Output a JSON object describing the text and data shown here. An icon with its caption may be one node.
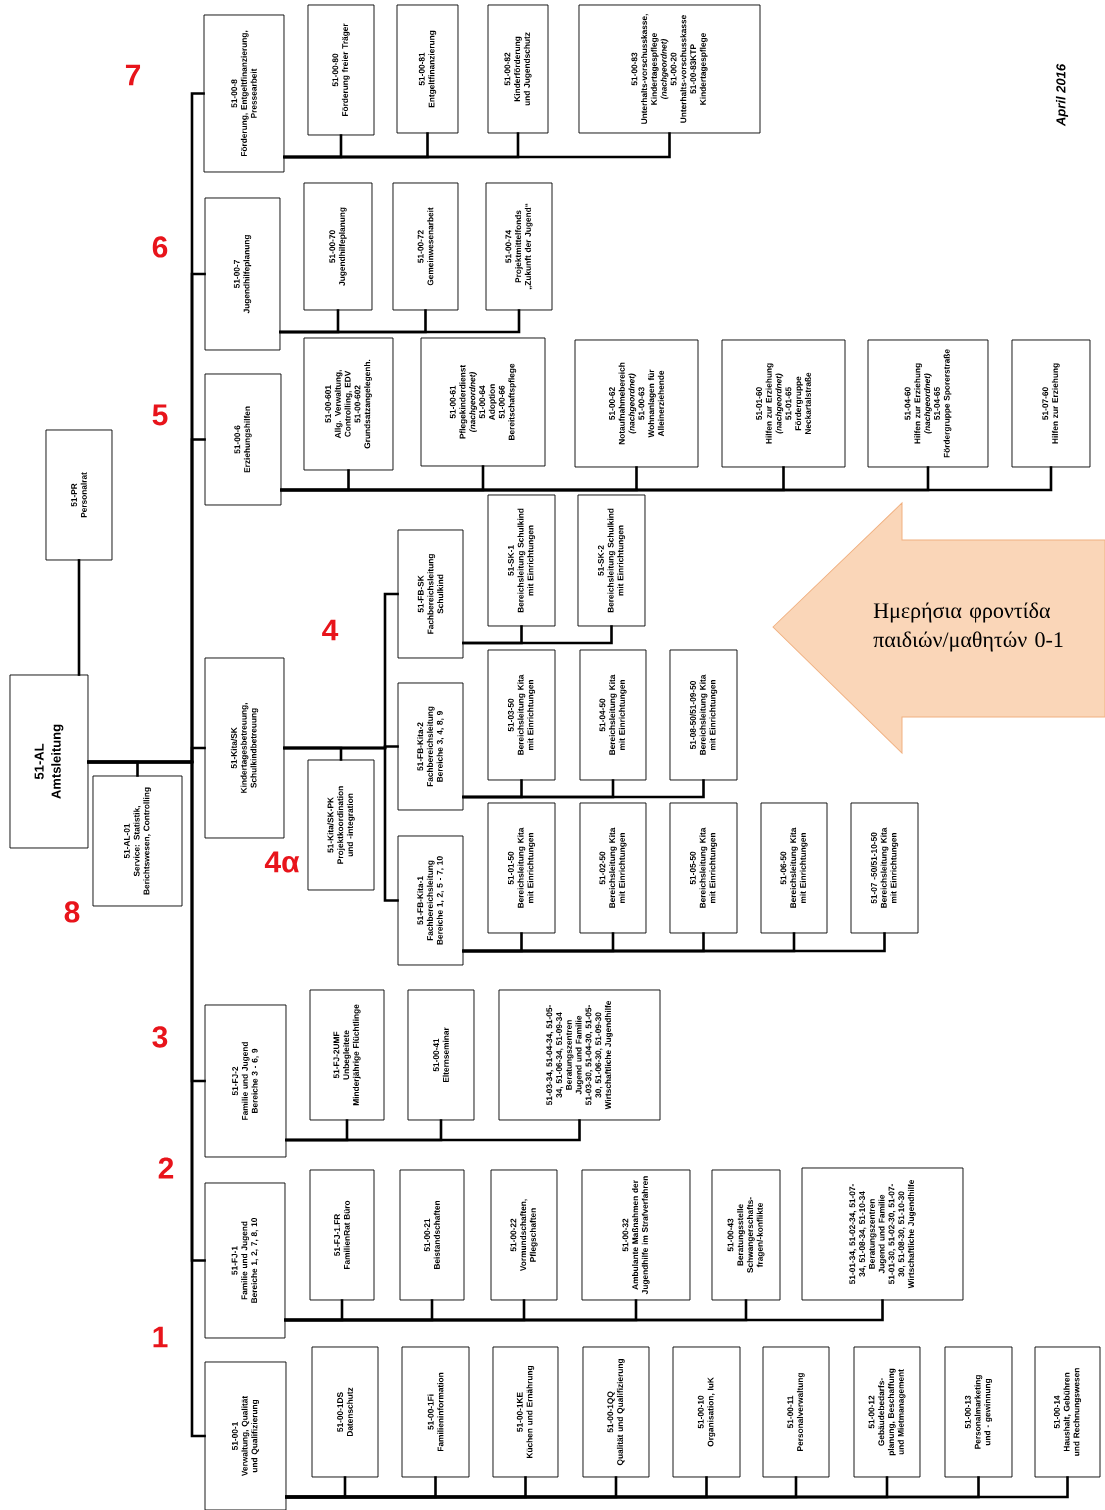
{
  "diagram": {
    "nodes": [
      {
        "text": [
          "51-AL",
          "Amtsleitung"
        ]
      },
      {
        "text": [
          "51-PR",
          "Personalrat"
        ]
      },
      {
        "text": [
          "51-AL-01",
          "Service: Statistik, Berichtswesen, Controlling"
        ]
      },
      {
        "text": [
          "51-00-8",
          "Förderung, Entgeltfinanzierung, Pressearbeit"
        ]
      },
      {
        "text": [
          "51-00-80",
          "Förderung freier Träger"
        ]
      },
      {
        "text": [
          "51-00-81",
          "Entgeltfinanzierung"
        ]
      },
      {
        "text": [
          "51-00-82",
          "Kinderförderung und Jugendschutz"
        ]
      },
      {
        "text": [
          "51-00-83",
          "Unterhalts-vorschusskasse, Kindertagespflege",
          "*(nachgeordnet)*",
          "51-00-20",
          "Unterhalts-vorschusskasse",
          "51-00-83KTP",
          "Kindertagespflege"
        ]
      },
      {
        "text": [
          "51-00-7",
          "Jugendhilfeplanung"
        ]
      },
      {
        "text": [
          "51-00-70",
          "Jugendhilfeplanung"
        ]
      },
      {
        "text": [
          "51-00-72",
          "Gemeinwesenarbeit"
        ]
      },
      {
        "text": [
          "51-00-74",
          "Projektmittelfonds „Zukunft der Jugend“"
        ]
      },
      {
        "text": [
          "51-00-6",
          "Erziehungshilfen"
        ]
      },
      {
        "text": [
          "51-00-601",
          "Allg. Verwaltung, Controlling, EDV",
          "51-00-602",
          "Grundsatzangelegenh."
        ]
      },
      {
        "text": [
          "51-00-61",
          "Pflegekinderdienst",
          "*(nachgeordnet)*",
          "51-00-64",
          "Adoption",
          "51-00-66",
          "Bereitschaftspflege"
        ]
      },
      {
        "text": [
          "51-00-62",
          "Notaufnahmebereich",
          "*(nachgeordnet)*",
          "51-00-63",
          "Wohnanlagen für Alleinerziehende"
        ]
      },
      {
        "text": [
          "51-01-60",
          "Hilfen zur Erziehung",
          "*(nachgeordnet)*",
          "51-01-65",
          "Fördergruppe Neckartalstraße"
        ]
      },
      {
        "text": [
          "51-04-60",
          "Hilfen zur Erziehung",
          "*(nachgeordnet)*",
          "51-04-65",
          "Fördergruppe Sporerstraße"
        ]
      },
      {
        "text": [
          "51-07-60",
          "Hilfen zur Erziehung"
        ]
      },
      {
        "text": [
          "51-Kita/SK",
          "Kindertagesbetreuung, Schulkindbetreuung"
        ]
      },
      {
        "text": [
          "51-Kita/SK-PK",
          "Projektkoordination und -integration"
        ]
      },
      {
        "text": [
          "51-FB-SK",
          "Fachbereichsleitung Schulkind"
        ]
      },
      {
        "text": [
          "51-SK-1",
          "Bereichsleitung Schulkind mit Einrichtungen"
        ]
      },
      {
        "text": [
          "51-SK-2",
          "Bereichsleitung Schulkind mit Einrichtungen"
        ]
      },
      {
        "text": [
          "51-FB-Kita-2",
          "Fachbereichsleitung Bereiche 3, 4, 8, 9"
        ]
      },
      {
        "text": [
          "51-03-50",
          "Bereichsleitung Kita mit Einrichtungen"
        ]
      },
      {
        "text": [
          "51-04-50",
          "Bereichsleitung Kita mit Einrichtungen"
        ]
      },
      {
        "text": [
          "51-08-50/51-09-50",
          "Bereichsleitung Kita mit Einrichtungen"
        ]
      },
      {
        "text": [
          "51-FB-Kita-1",
          "Fachbereichsleitung Bereiche 1, 2, 5 - 7, 10"
        ]
      },
      {
        "text": [
          "51-01-50",
          "Bereichsleitung Kita mit Einrichtungen"
        ]
      },
      {
        "text": [
          "51-02-50",
          "Bereichsleitung Kita mit Einrichtungen"
        ]
      },
      {
        "text": [
          "51-05-50",
          "Bereichsleitung Kita mit Einrichtungen"
        ]
      },
      {
        "text": [
          "51-06-50",
          "Bereichsleitung Kita mit Einrichtungen"
        ]
      },
      {
        "text": [
          "51-07 -50/51-10-50",
          "Bereichsleitung Kita mit Einrichtungen"
        ]
      },
      {
        "text": [
          "Ημερήσια φροντίδα παιδιών/μαθητών 0-1"
        ]
      },
      {
        "text": [
          "51-FJ-2",
          "Familie und Jugend Bereiche 3 - 6, 9"
        ]
      },
      {
        "text": [
          "51-FJ-2UMF",
          "Unbegleitete Minderjährige Flüchtlinge"
        ]
      },
      {
        "text": [
          "51-00-41",
          "Elternseminar"
        ]
      },
      {
        "text": [
          "51-03-34, 51-04-34, 51-05-34, 51-06-34, 51-09-34",
          "Beratungszentren Jugend und Familie",
          "51-03-30, 51-04-30, 51-05-30, 51-06-30, 51-09-30",
          "Wirtschaftliche Jugendhilfe"
        ]
      },
      {
        "text": [
          "51-FJ-1",
          "Familie und Jugend Bereiche 1, 2, 7, 8, 10"
        ]
      },
      {
        "text": [
          "51-FJ-1.FR",
          "FamilienRat Büro"
        ]
      },
      {
        "text": [
          "51-00-21",
          "Beistandschaften"
        ]
      },
      {
        "text": [
          "51-00-22",
          "Vormundschaften, Pflegschaften"
        ]
      },
      {
        "text": [
          "51-00-32",
          "Ambulante Maßnahmen der Jugendhilfe im Strafverfahren"
        ]
      },
      {
        "text": [
          "51-00-43",
          "Beratungsstelle Schwangerschafts-fragen/-konflikte"
        ]
      },
      {
        "text": [
          "51-01-34, 51-02-34, 51-07-34, 51-08-34, 51-10-34",
          "Beratungszentren Jugend und Familie",
          "51-01-30, 51-02-30, 51-07-30, 51-08-30, 51-10-30",
          "Wirtschaftliche Jugendhilfe"
        ]
      },
      {
        "text": [
          "51-00-1",
          "Verwaltung, Qualität und Qualifizierung"
        ]
      },
      {
        "text": [
          "51-00-1DS",
          "Datenschutz"
        ]
      },
      {
        "text": [
          "51-00-1Fi",
          "Familieninformation"
        ]
      },
      {
        "text": [
          "51-00-1KE",
          "Küchen und Ernährung"
        ]
      },
      {
        "text": [
          "51-00-1QQ",
          "Qualität und Qualifizierung"
        ]
      },
      {
        "text": [
          "51-00-10",
          "Organisation, IuK"
        ]
      },
      {
        "text": [
          "51-00-11",
          "Personalverwaltung"
        ]
      },
      {
        "text": [
          "51-00-12",
          "Gebäudebedarfs-planung, Beschaffung und Mietmanagement"
        ]
      },
      {
        "text": [
          "51-00-13",
          "Personalmarketing und - gewinnung"
        ]
      },
      {
        "text": [
          "51-00-14",
          "Haushalt, Gebühren und Rechnungswesen"
        ]
      }
    ],
    "edges": [
      {
        "from": 0,
        "to": 1,
        "arrow": "none"
      },
      {
        "from": 0,
        "to": 2,
        "arrow": "none"
      },
      {
        "from": 0,
        "to": 3,
        "arrow": "none"
      },
      {
        "from": 0,
        "to": 8,
        "arrow": "none"
      },
      {
        "from": 0,
        "to": 12,
        "arrow": "none"
      },
      {
        "from": 0,
        "to": 19,
        "arrow": "none"
      },
      {
        "from": 0,
        "to": 35,
        "arrow": "none"
      },
      {
        "from": 0,
        "to": 39,
        "arrow": "none"
      },
      {
        "from": 0,
        "to": 46,
        "arrow": "none"
      },
      {
        "from": 3,
        "to": 4,
        "arrow": "none"
      },
      {
        "from": 3,
        "to": 5,
        "arrow": "none"
      },
      {
        "from": 3,
        "to": 6,
        "arrow": "none"
      },
      {
        "from": 3,
        "to": 7,
        "arrow": "none"
      },
      {
        "from": 8,
        "to": 9,
        "arrow": "none"
      },
      {
        "from": 8,
        "to": 10,
        "arrow": "none"
      },
      {
        "from": 8,
        "to": 11,
        "arrow": "none"
      },
      {
        "from": 12,
        "to": 13,
        "arrow": "none"
      },
      {
        "from": 12,
        "to": 14,
        "arrow": "none"
      },
      {
        "from": 12,
        "to": 15,
        "arrow": "none"
      },
      {
        "from": 12,
        "to": 16,
        "arrow": "none"
      },
      {
        "from": 12,
        "to": 17,
        "arrow": "none"
      },
      {
        "from": 12,
        "to": 18,
        "arrow": "none"
      },
      {
        "from": 19,
        "to": 20,
        "arrow": "none"
      },
      {
        "from": 19,
        "to": 21,
        "arrow": "none"
      },
      {
        "from": 19,
        "to": 24,
        "arrow": "none"
      },
      {
        "from": 19,
        "to": 28,
        "arrow": "none"
      },
      {
        "from": 21,
        "to": 22,
        "arrow": "none"
      },
      {
        "from": 21,
        "to": 23,
        "arrow": "none"
      },
      {
        "from": 24,
        "to": 25,
        "arrow": "none"
      },
      {
        "from": 24,
        "to": 26,
        "arrow": "none"
      },
      {
        "from": 24,
        "to": 27,
        "arrow": "none"
      },
      {
        "from": 28,
        "to": 29,
        "arrow": "none"
      },
      {
        "from": 28,
        "to": 30,
        "arrow": "none"
      },
      {
        "from": 28,
        "to": 31,
        "arrow": "none"
      },
      {
        "from": 28,
        "to": 32,
        "arrow": "none"
      },
      {
        "from": 28,
        "to": 33,
        "arrow": "none"
      },
      {
        "from": 35,
        "to": 36,
        "arrow": "none"
      },
      {
        "from": 35,
        "to": 37,
        "arrow": "none"
      },
      {
        "from": 35,
        "to": 38,
        "arrow": "none"
      },
      {
        "from": 39,
        "to": 40,
        "arrow": "none"
      },
      {
        "from": 39,
        "to": 41,
        "arrow": "none"
      },
      {
        "from": 39,
        "to": 42,
        "arrow": "none"
      },
      {
        "from": 39,
        "to": 43,
        "arrow": "none"
      },
      {
        "from": 39,
        "to": 44,
        "arrow": "none"
      },
      {
        "from": 39,
        "to": 45,
        "arrow": "none"
      },
      {
        "from": 46,
        "to": 47,
        "arrow": "none"
      },
      {
        "from": 46,
        "to": 48,
        "arrow": "none"
      },
      {
        "from": 46,
        "to": 49,
        "arrow": "none"
      },
      {
        "from": 46,
        "to": 50,
        "arrow": "none"
      },
      {
        "from": 46,
        "to": 51,
        "arrow": "none"
      },
      {
        "from": 46,
        "to": 52,
        "arrow": "none"
      },
      {
        "from": 46,
        "to": 53,
        "arrow": "none"
      },
      {
        "from": 46,
        "to": 54,
        "arrow": "none"
      },
      {
        "from": 46,
        "to": 55,
        "arrow": "none"
      }
    ],
    "labels": [
      "7",
      "April 2016",
      "6",
      "5",
      "4",
      "4α",
      "8",
      "3",
      "2",
      "1"
    ]
  }
}
